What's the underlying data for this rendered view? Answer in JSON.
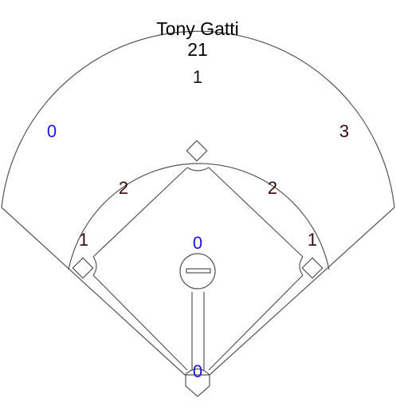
{
  "player": {
    "name": "Tony Gatti",
    "number": "21"
  },
  "colors": {
    "blue": "#1a1ad6",
    "dark": "#3a0a0a",
    "black": "#111111",
    "line": "#555555"
  },
  "zones": {
    "center_field": "1",
    "left_field": "0",
    "right_field": "3",
    "left_center_infield": "2",
    "right_center_infield": "2",
    "third_base_line": "1",
    "first_base_line": "1",
    "pitcher": "0",
    "catcher": "0"
  }
}
